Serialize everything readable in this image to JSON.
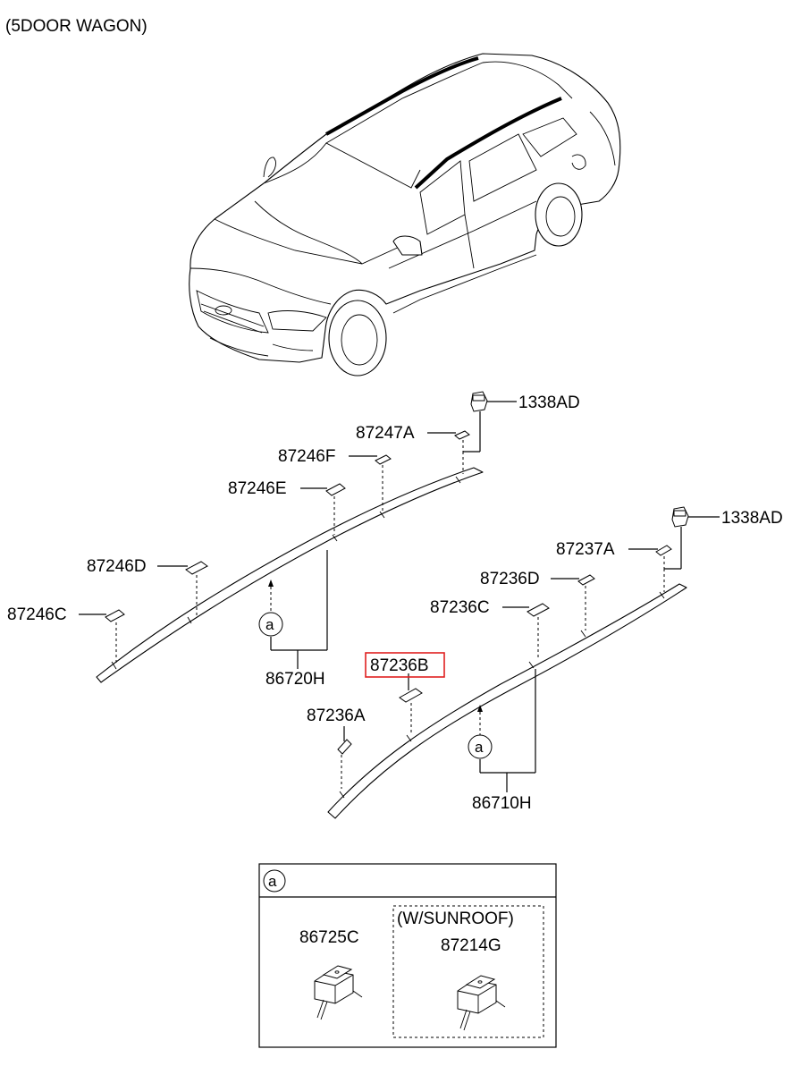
{
  "diagram": {
    "title": "(5DOOR WAGON)",
    "highlight_color": "#e02020",
    "left_rail": {
      "nut": "1338AD",
      "clip_a": "87247A",
      "clip_f": "87246F",
      "clip_e": "87246E",
      "clip_d": "87246D",
      "clip_c": "87246C",
      "assembly": "86720H",
      "ref": "a"
    },
    "right_rail": {
      "nut": "1338AD",
      "clip_237a": "87237A",
      "clip_d": "87236D",
      "clip_c": "87236C",
      "clip_b": "87236B",
      "clip_a": "87236A",
      "assembly": "86710H",
      "ref": "a"
    },
    "detail": {
      "ref": "a",
      "part_1": "86725C",
      "variant_label": "(W/SUNROOF)",
      "part_2": "87214G"
    }
  }
}
